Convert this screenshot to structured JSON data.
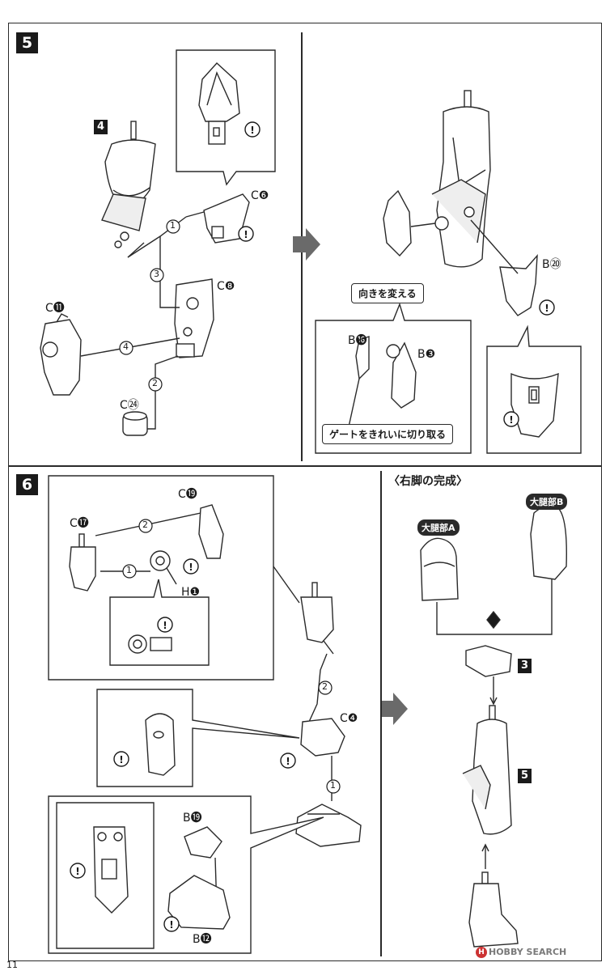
{
  "page_number": "11",
  "steps": {
    "step5": "5",
    "step6": "6",
    "ref4": "4",
    "ref3": "3",
    "ref5": "5"
  },
  "labels": {
    "c6": "C❻",
    "c8": "C❽",
    "c11": "C⓫",
    "c24": "C㉔",
    "b20": "B⑳",
    "b16": "B⓰",
    "b3": "B❸",
    "c19": "C⓳",
    "c17": "C⓱",
    "h1": "H❶",
    "c4": "C❹",
    "b19": "B⓳",
    "b12": "B⓬"
  },
  "order_numbers": [
    "1",
    "2",
    "3",
    "4"
  ],
  "notes": {
    "change_direction": "向きを変える",
    "cut_gate": "ゲートをきれいに切り取る"
  },
  "completion": {
    "title": "〈右脚の完成〉",
    "thigh_a": "大腿部A",
    "thigh_b": "大腿部B"
  },
  "watermark": "HOBBY SEARCH",
  "colors": {
    "line": "#2a2a2a",
    "background": "#ffffff"
  }
}
